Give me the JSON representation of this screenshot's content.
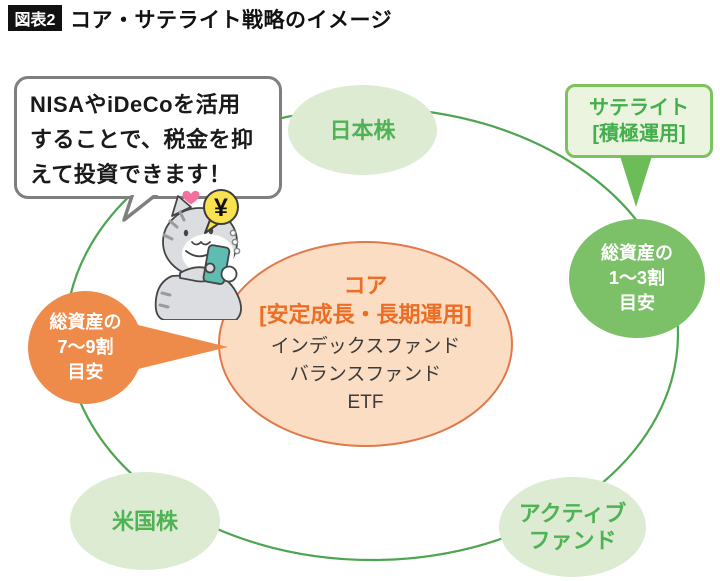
{
  "header": {
    "tag": "図表2",
    "title": "コア・サテライト戦略のイメージ"
  },
  "speech_bubble": {
    "lines": [
      "NISAやiDeCoを活用",
      "することで、税金を抑",
      "えて投資できます！"
    ]
  },
  "cat": {
    "coin_symbol": "¥"
  },
  "ring_nodes": {
    "japan_stocks": "日本株",
    "us_stocks": "米国株",
    "active_fund_lines": [
      "アクティブ",
      "ファンド"
    ]
  },
  "satellite": {
    "title": "サテライト",
    "subtitle": "[積極運用]",
    "share_lines": [
      "総資産の",
      "1〜3割",
      "目安"
    ]
  },
  "core": {
    "title": "コア",
    "subtitle": "[安定成長・長期運用]",
    "items": [
      "インデックスファンド",
      "バランスファンド",
      "ETF"
    ],
    "share_lines": [
      "総資産の",
      "7〜9割",
      "目安"
    ]
  },
  "colors": {
    "ring": "#4ea551",
    "pill_bg": "#dcebd2",
    "pill_text": "#4fb254",
    "satellite_border": "#7cc25f",
    "satellite_bg": "#eaf4de",
    "satellite_text": "#43ae4b",
    "green_circle": "#7cc168",
    "orange_circle": "#ef8b4a",
    "core_bg": "#fbddc3",
    "core_border": "#e0784a",
    "core_title": "#ec6d23",
    "core_item_text": "#3b3b3b",
    "bubble_border": "#7f7f7f",
    "coin": "#fae24f",
    "phone": "#5fbcb1",
    "heart": "#f2719f"
  }
}
